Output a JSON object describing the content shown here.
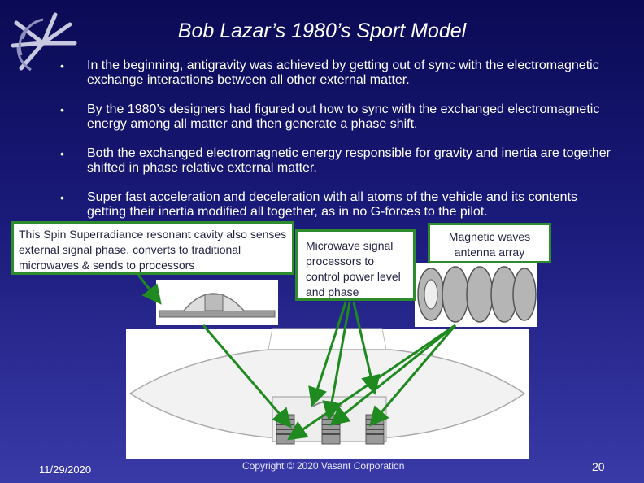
{
  "slide": {
    "title": "Bob Lazar’s 1980’s Sport Model",
    "bullet_symbol": "•",
    "bullets": [
      "In the beginning, antigravity was achieved by getting out of sync with the electromagnetic exchange interactions between all other external matter.",
      "By the 1980’s designers had figured out how to sync with the exchanged electromagnetic energy among all matter and then generate a phase shift.",
      "Both the exchanged electromagnetic energy responsible for gravity and inertia are together shifted in phase relative external matter.",
      "Super fast acceleration and deceleration with all atoms of the vehicle and its contents getting their inertia modified all together, as in no G-forces to the pilot."
    ]
  },
  "callouts": {
    "cavity": "This Spin Superradiance resonant cavity also senses external signal phase, converts to traditional microwaves & sends to processors",
    "processors": "Microwave signal processors to control power level and phase",
    "antenna": "Magnetic waves antenna array"
  },
  "footer": {
    "date": "11/29/2020",
    "copyright": "Copyright © 2020 Vasant Corporation",
    "page": "20"
  },
  "colors": {
    "arrow": "#1f8a1f",
    "box_border": "#2e8b2e"
  },
  "icons": [
    "spiral-logo-icon"
  ]
}
